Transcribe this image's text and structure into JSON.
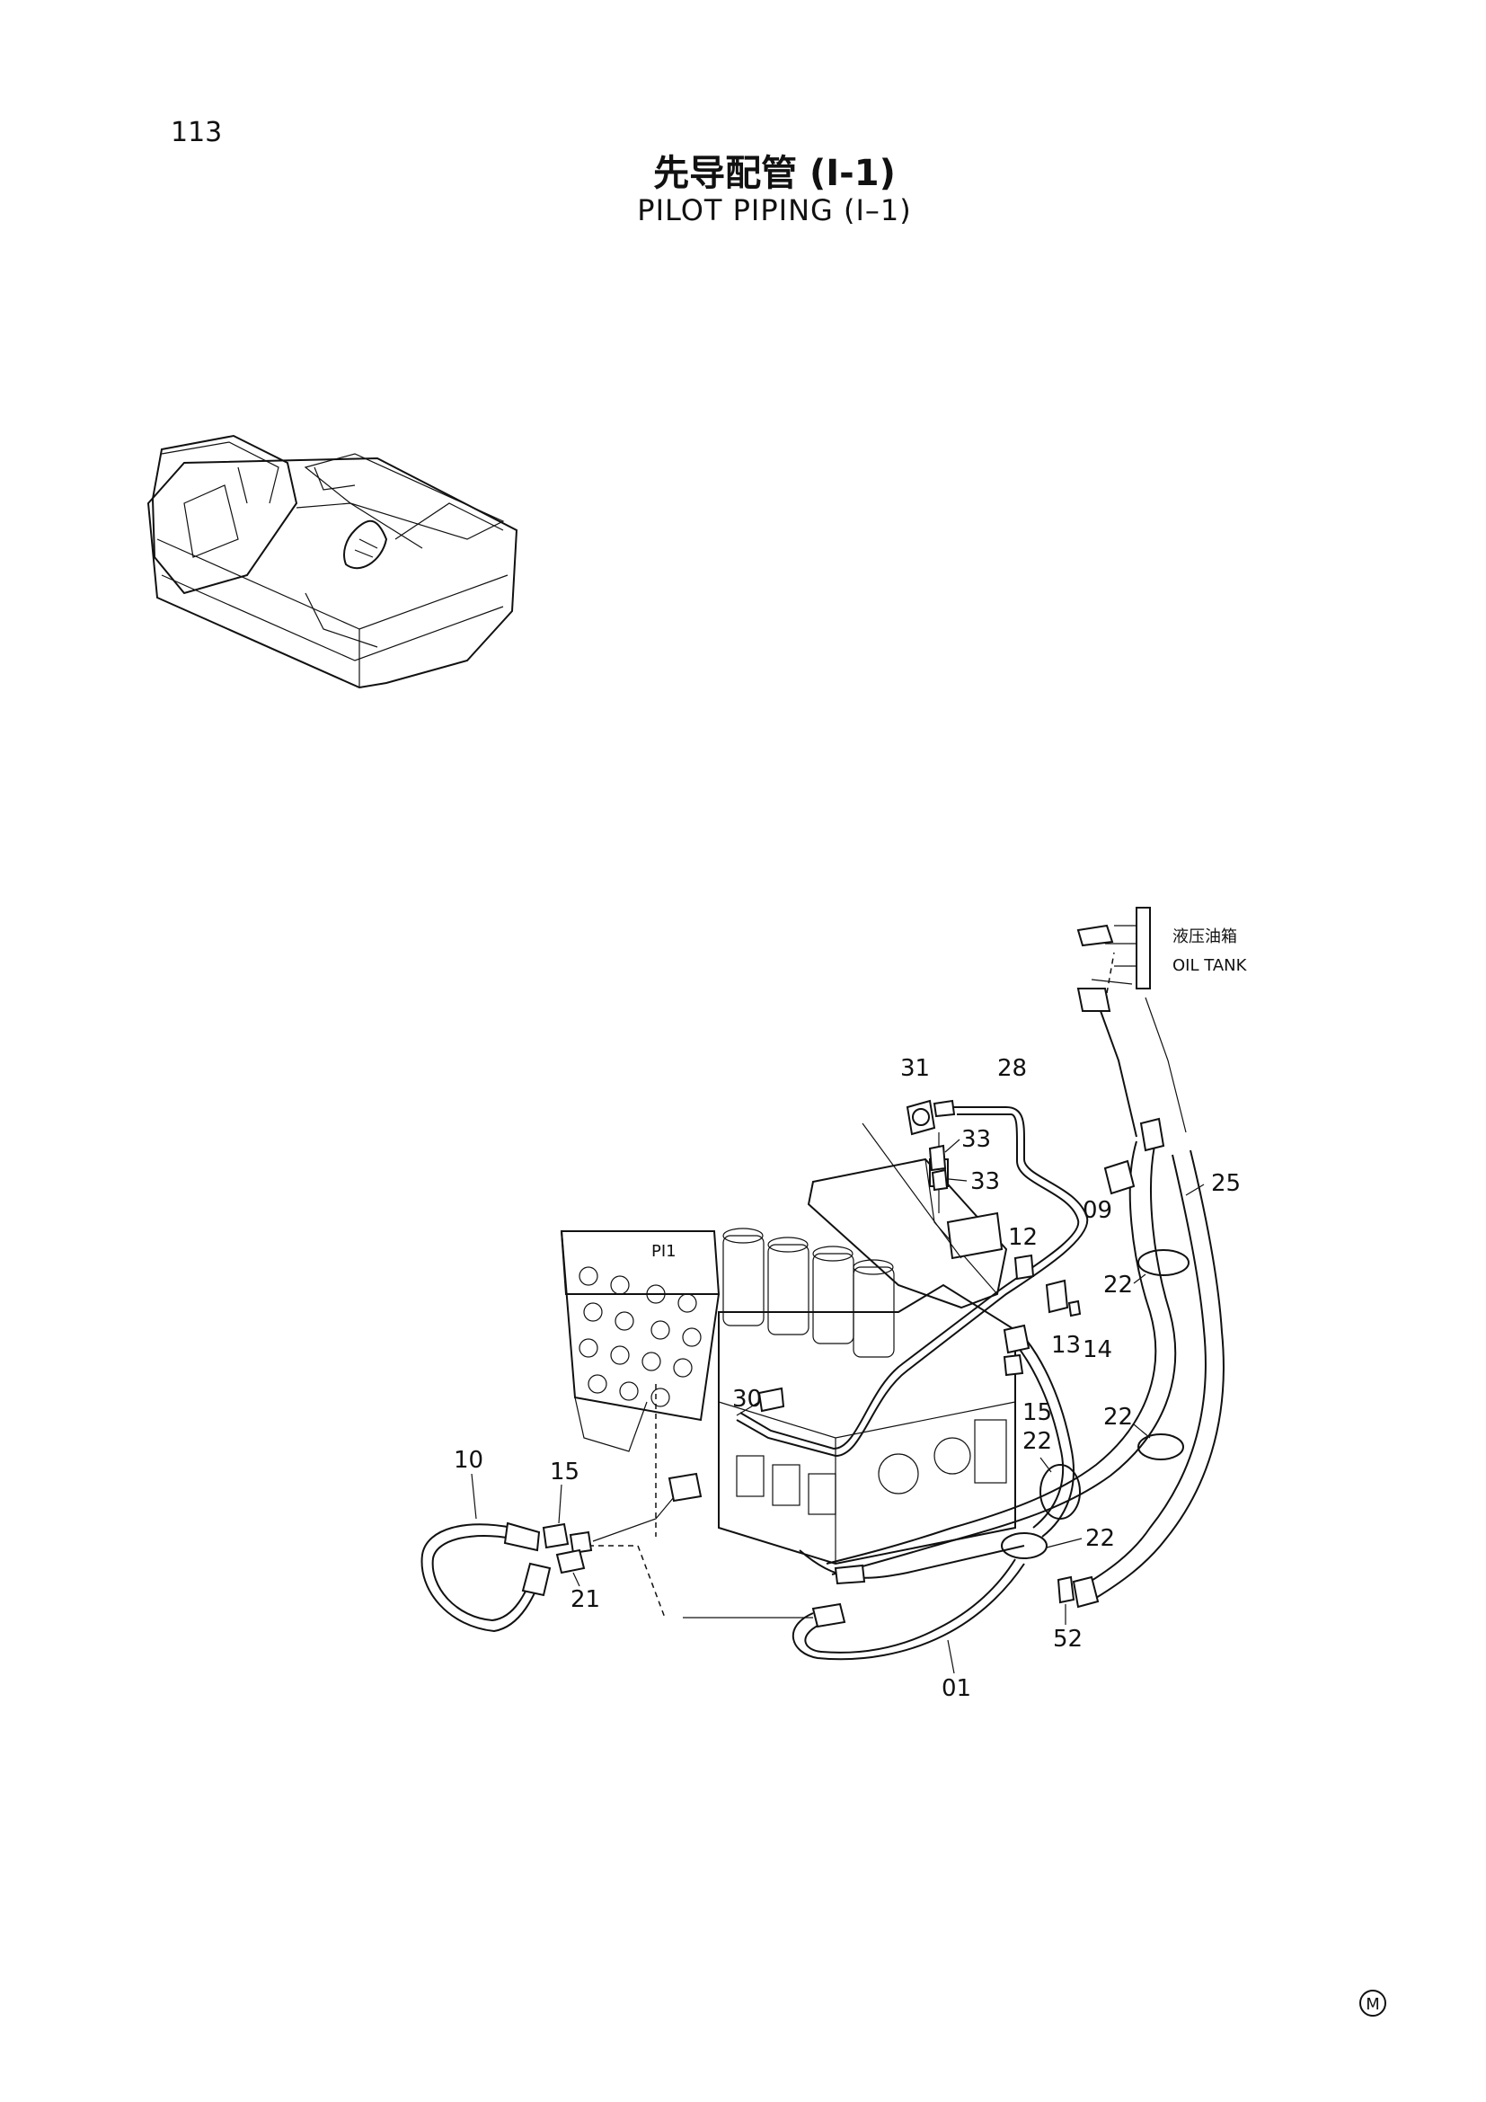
{
  "page": {
    "number": "113",
    "title_cn": "先导配管 (I-1)",
    "title_en": "PILOT PIPING (I–1)",
    "manufacturer_mark": "M"
  },
  "oil_tank": {
    "label_cn": "液压油箱",
    "label_en": "OIL TANK"
  },
  "callouts": [
    "31",
    "28",
    "33",
    "33",
    "25",
    "09",
    "12",
    "22",
    "13",
    "14",
    "30",
    "15",
    "22",
    "22",
    "22",
    "10",
    "15",
    "21",
    "52",
    "01"
  ]
}
